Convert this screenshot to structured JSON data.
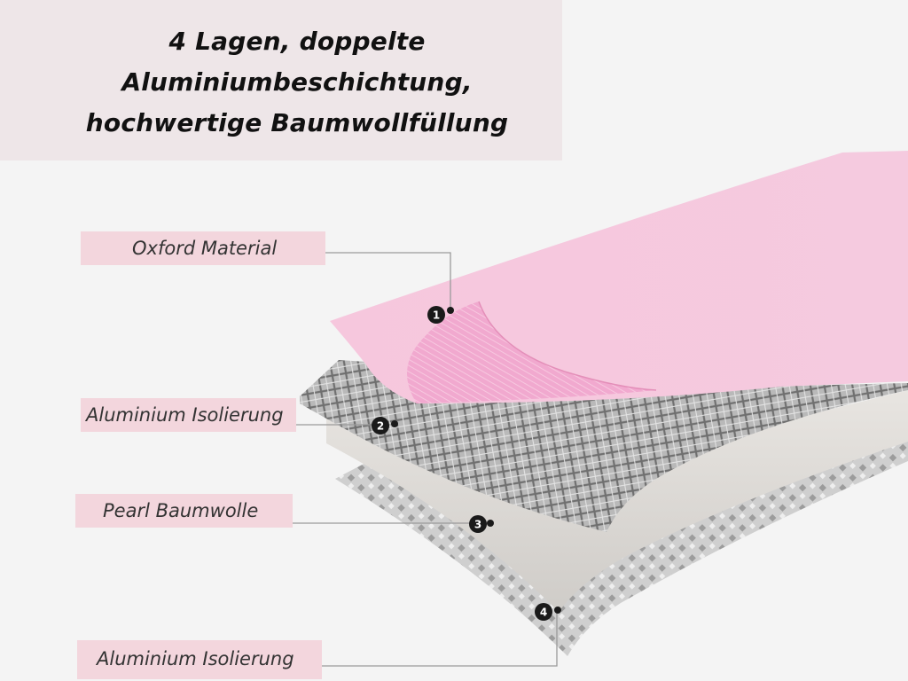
{
  "header": {
    "title_lines": [
      "4 Lagen, doppelte",
      "Aluminiumbeschichtung,",
      "hochwertige Baumwollfüllung"
    ]
  },
  "layers": [
    {
      "number": "1",
      "label": "Oxford Material"
    },
    {
      "number": "2",
      "label": "Aluminium Isolierung"
    },
    {
      "number": "3",
      "label": "Pearl Baumwolle"
    },
    {
      "number": "4",
      "label": "Aluminium Isolierung"
    }
  ],
  "colors": {
    "background": "#f4f4f4",
    "title_box": "#eee6e8",
    "label_bg": "#f3d6dd",
    "oxford_pink": "#f7c6dc",
    "foil": "#bdbdbd",
    "pearl_cotton": "#dedbd7",
    "leader_line": "#9a9a9a",
    "marker": "#1a1a1a"
  }
}
